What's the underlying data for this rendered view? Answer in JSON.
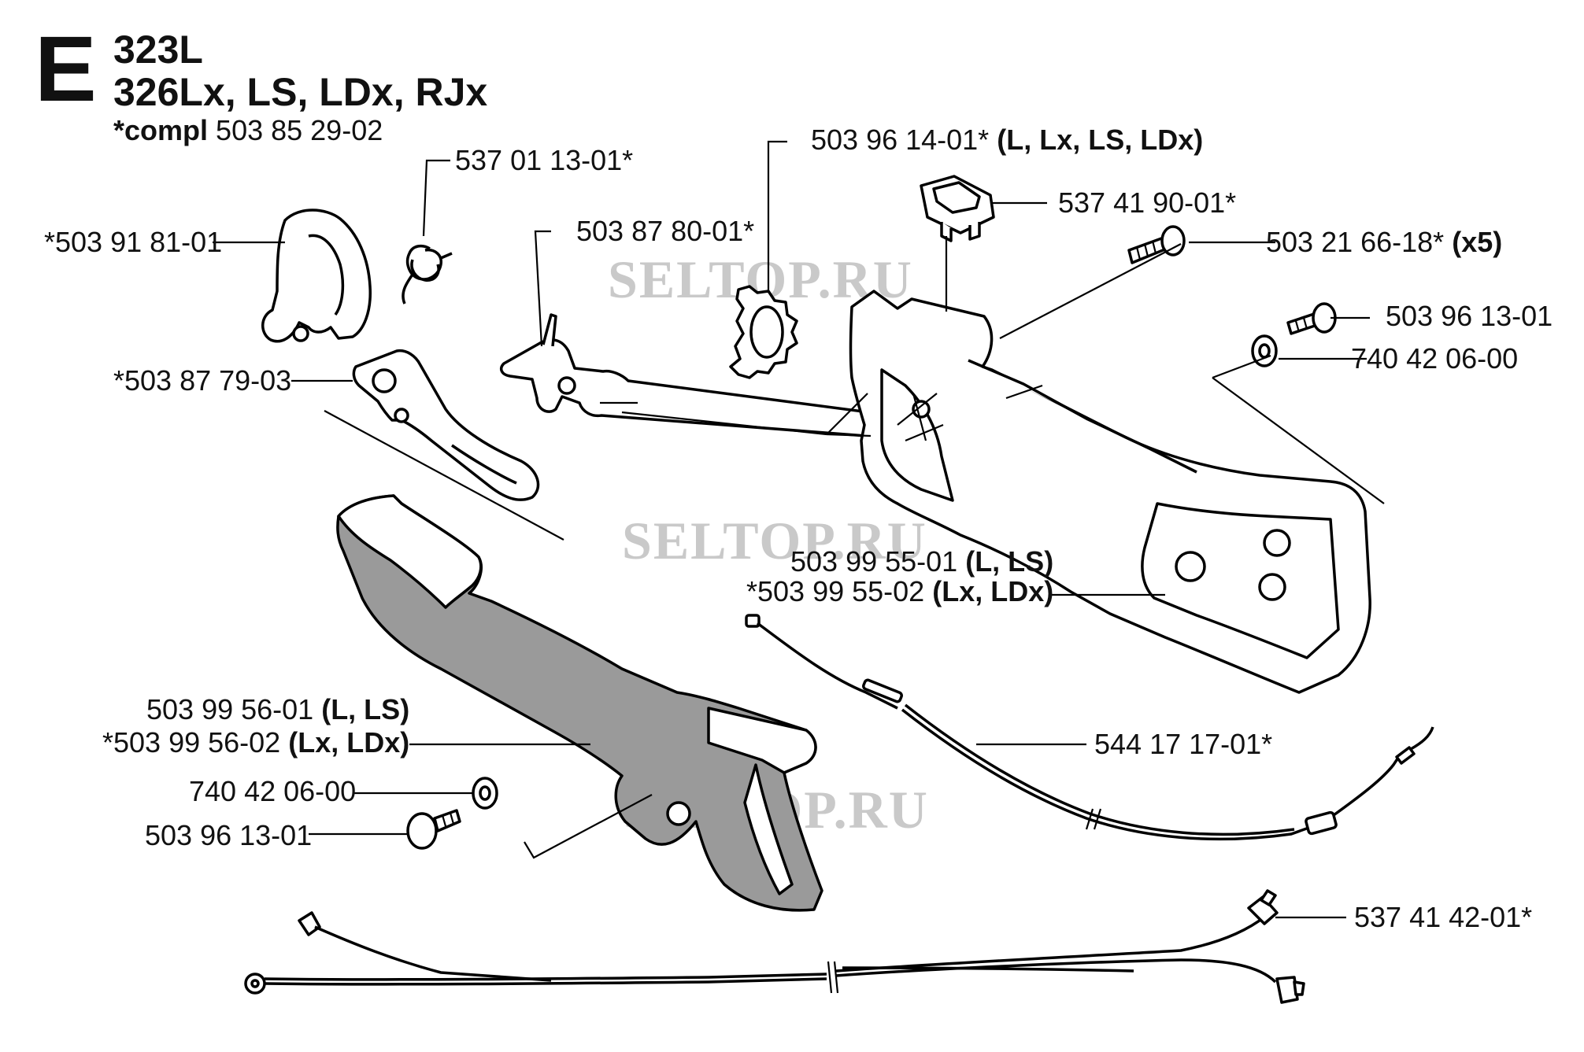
{
  "header": {
    "section_letter": "E",
    "model_line_1": "323L",
    "model_line_2": "326Lx, LS, LDx, RJx",
    "compl_prefix": "*compl",
    "compl_number": "503 85 29-02"
  },
  "watermark": "SELTOP.RU",
  "callouts": [
    {
      "id": "c1",
      "number": "537 01 13-01*",
      "suffix": ""
    },
    {
      "id": "c2",
      "number": "*503 91 81-01",
      "suffix": ""
    },
    {
      "id": "c3",
      "number": "503 87 80-01*",
      "suffix": ""
    },
    {
      "id": "c4",
      "number": "*503 87 79-03",
      "suffix": ""
    },
    {
      "id": "c5",
      "number": "503 96 14-01*",
      "suffix": "(L, Lx, LS, LDx)"
    },
    {
      "id": "c6",
      "number": "537 41 90-01*",
      "suffix": ""
    },
    {
      "id": "c7",
      "number": "503 21 66-18*",
      "suffix": "(x5)"
    },
    {
      "id": "c8",
      "number": "503 96 13-01",
      "suffix": ""
    },
    {
      "id": "c9",
      "number": "740 42 06-00",
      "suffix": ""
    },
    {
      "id": "c10",
      "number": "503 99 55-01",
      "suffix": "(L, LS)"
    },
    {
      "id": "c11",
      "number": "*503 99 55-02",
      "suffix": "(Lx, LDx)"
    },
    {
      "id": "c12",
      "number": "503 99 56-01",
      "suffix": "(L, LS)"
    },
    {
      "id": "c13",
      "number": "*503 99 56-02",
      "suffix": "(Lx, LDx)"
    },
    {
      "id": "c14",
      "number": "740 42 06-00",
      "suffix": ""
    },
    {
      "id": "c15",
      "number": "503 96 13-01",
      "suffix": ""
    },
    {
      "id": "c16",
      "number": "544 17 17-01*",
      "suffix": ""
    },
    {
      "id": "c17",
      "number": "537 41 42-01*",
      "suffix": ""
    }
  ]
}
